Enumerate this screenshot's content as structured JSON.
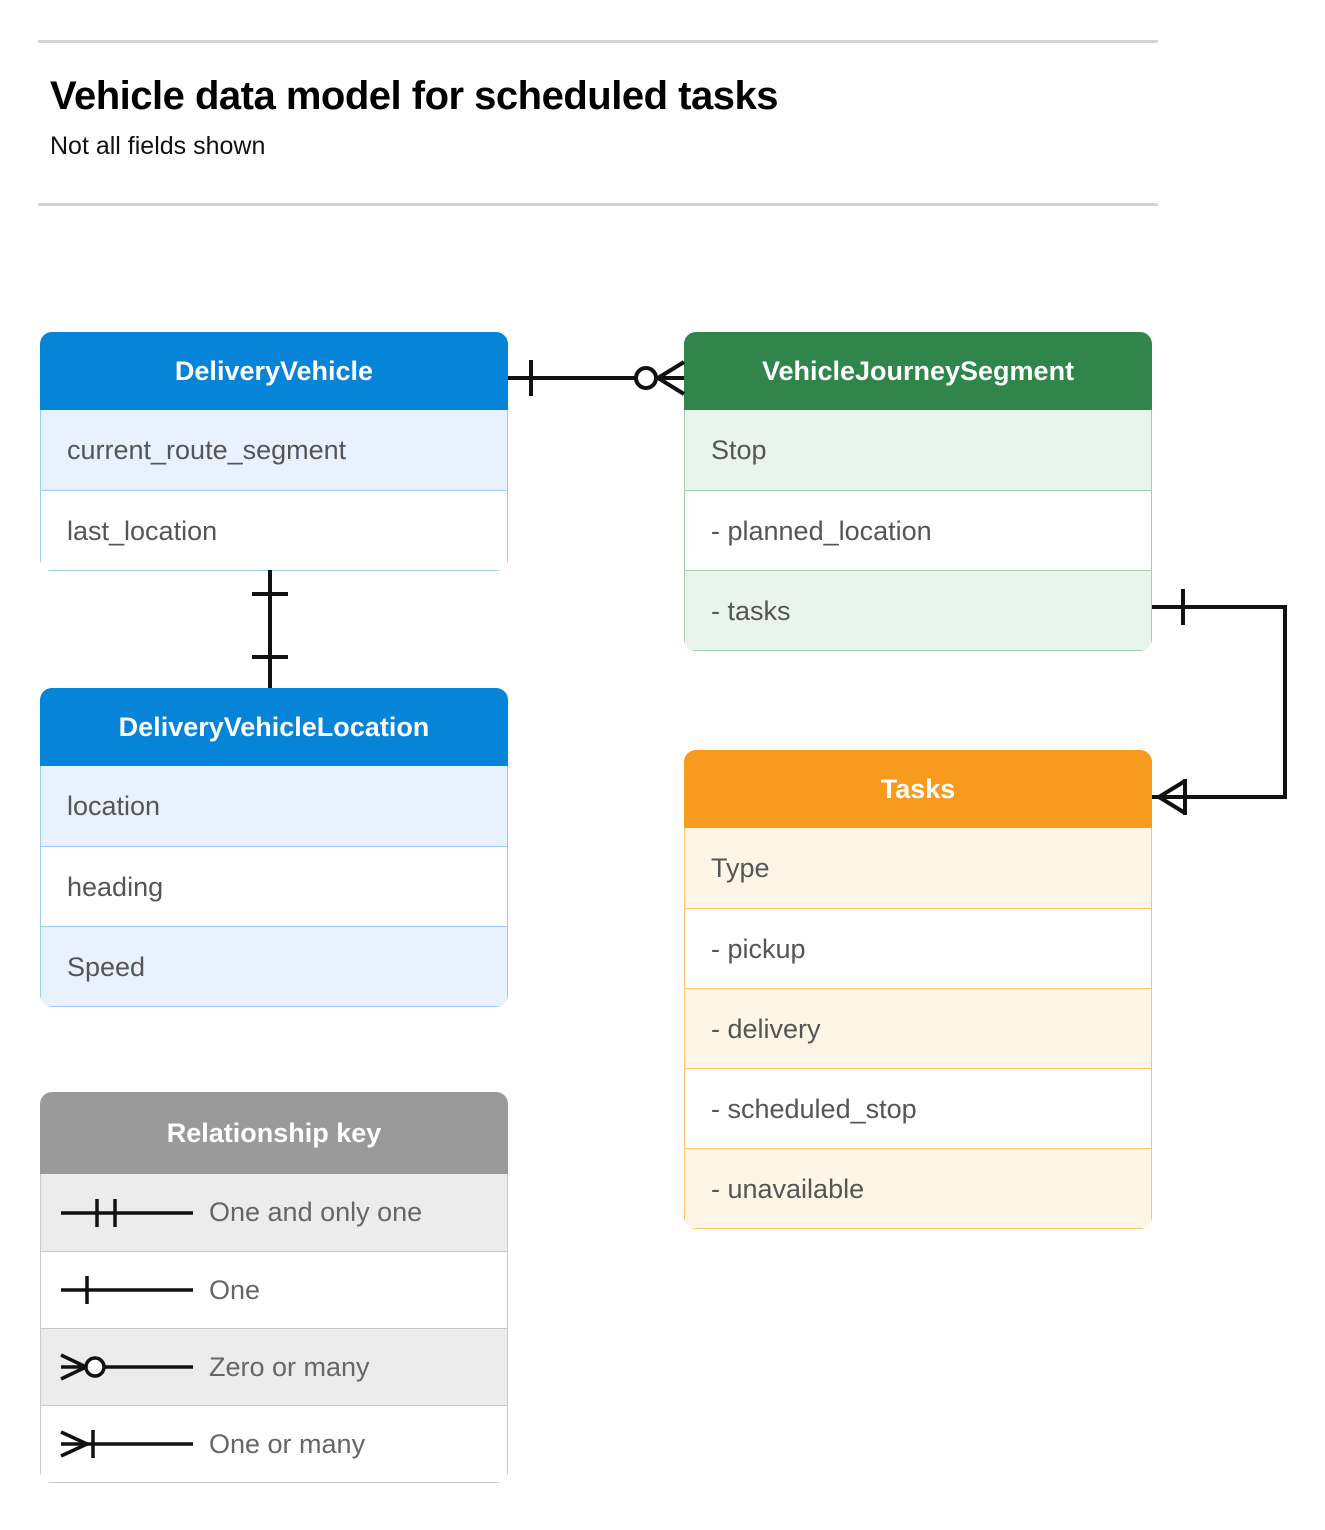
{
  "header": {
    "title": "Vehicle data model for scheduled tasks",
    "subtitle": "Not all fields shown"
  },
  "entities": [
    {
      "id": "delivery-vehicle",
      "name": "DeliveryVehicle",
      "color": "#0584d8",
      "rows": [
        "current_route_segment",
        "last_location"
      ]
    },
    {
      "id": "vehicle-journey-segment",
      "name": "VehicleJourneySegment",
      "color": "#30864a",
      "rows": [
        "Stop",
        "-  planned_location",
        "- tasks"
      ]
    },
    {
      "id": "delivery-vehicle-location",
      "name": "DeliveryVehicleLocation",
      "color": "#0584d8",
      "rows": [
        "location",
        "heading",
        "Speed"
      ]
    },
    {
      "id": "tasks",
      "name": "Tasks",
      "color": "#f79a1e",
      "rows": [
        "Type",
        "-  pickup",
        "-  delivery",
        "-  scheduled_stop",
        "-  unavailable"
      ]
    }
  ],
  "legend": {
    "title": "Relationship key",
    "items": [
      {
        "symbol": "one-and-only-one-icon",
        "label": "One and only one"
      },
      {
        "symbol": "one-icon",
        "label": "One"
      },
      {
        "symbol": "zero-or-many-icon",
        "label": "Zero or many"
      },
      {
        "symbol": "one-or-many-icon",
        "label": "One or many"
      }
    ]
  },
  "relationships": [
    {
      "id": "vehicle-to-journey-segment",
      "from": "DeliveryVehicle",
      "to": "VehicleJourneySegment",
      "from_cardinality": "One",
      "to_cardinality": "Zero or many"
    },
    {
      "id": "vehicle-to-vehicle-location",
      "from": "DeliveryVehicle",
      "to": "DeliveryVehicleLocation",
      "from_cardinality": "One",
      "to_cardinality": "One"
    },
    {
      "id": "journey-segment-tasks-to-tasks",
      "from": "VehicleJourneySegment.tasks",
      "to": "Tasks",
      "from_cardinality": "One",
      "to_cardinality": "One or many"
    }
  ]
}
